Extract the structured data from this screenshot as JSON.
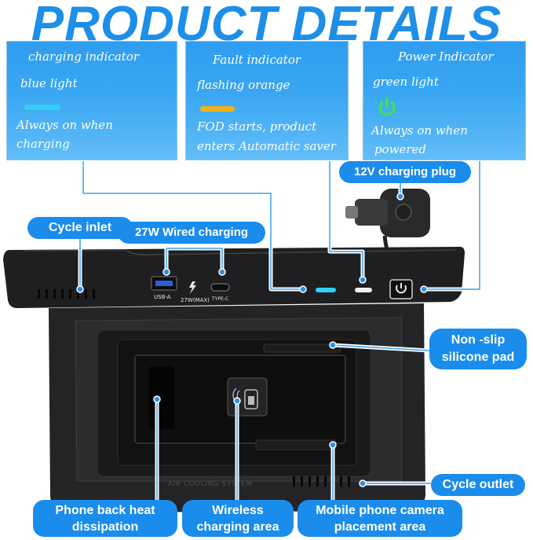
{
  "title": "PRODUCT DETAILS",
  "cards": {
    "charging": {
      "name": "charging indicator",
      "state": "blue light",
      "desc1": "Always on when",
      "desc2": "charging",
      "color": "#33d0f5"
    },
    "fault": {
      "name": "Fault indicator",
      "state": "flashing orange",
      "desc1": "FOD starts, product",
      "desc2": "enters Automatic saver",
      "color": "#f2b21b"
    },
    "power": {
      "name": "Power Indicator",
      "state": "green light",
      "desc1": "Always on when",
      "desc2": "powered",
      "color": "#3fe05a"
    }
  },
  "labels": {
    "plug": "12V charging plug",
    "cycle_inlet": "Cycle inlet",
    "wired": "27W Wired charging",
    "pad1": "Non -slip",
    "pad2": "silicone pad",
    "outlet": "Cycle outlet",
    "heat1": "Phone back heat",
    "heat2": "dissipation",
    "wireless1": "Wireless",
    "wireless2": "charging area",
    "camera1": "Mobile phone camera",
    "camera2": "placement area"
  },
  "device": {
    "usb_a": "USB-A",
    "power_text": "27W(MAX)",
    "type_c": "TYPE-C",
    "air": "AIR COOLING SYSTEM"
  }
}
